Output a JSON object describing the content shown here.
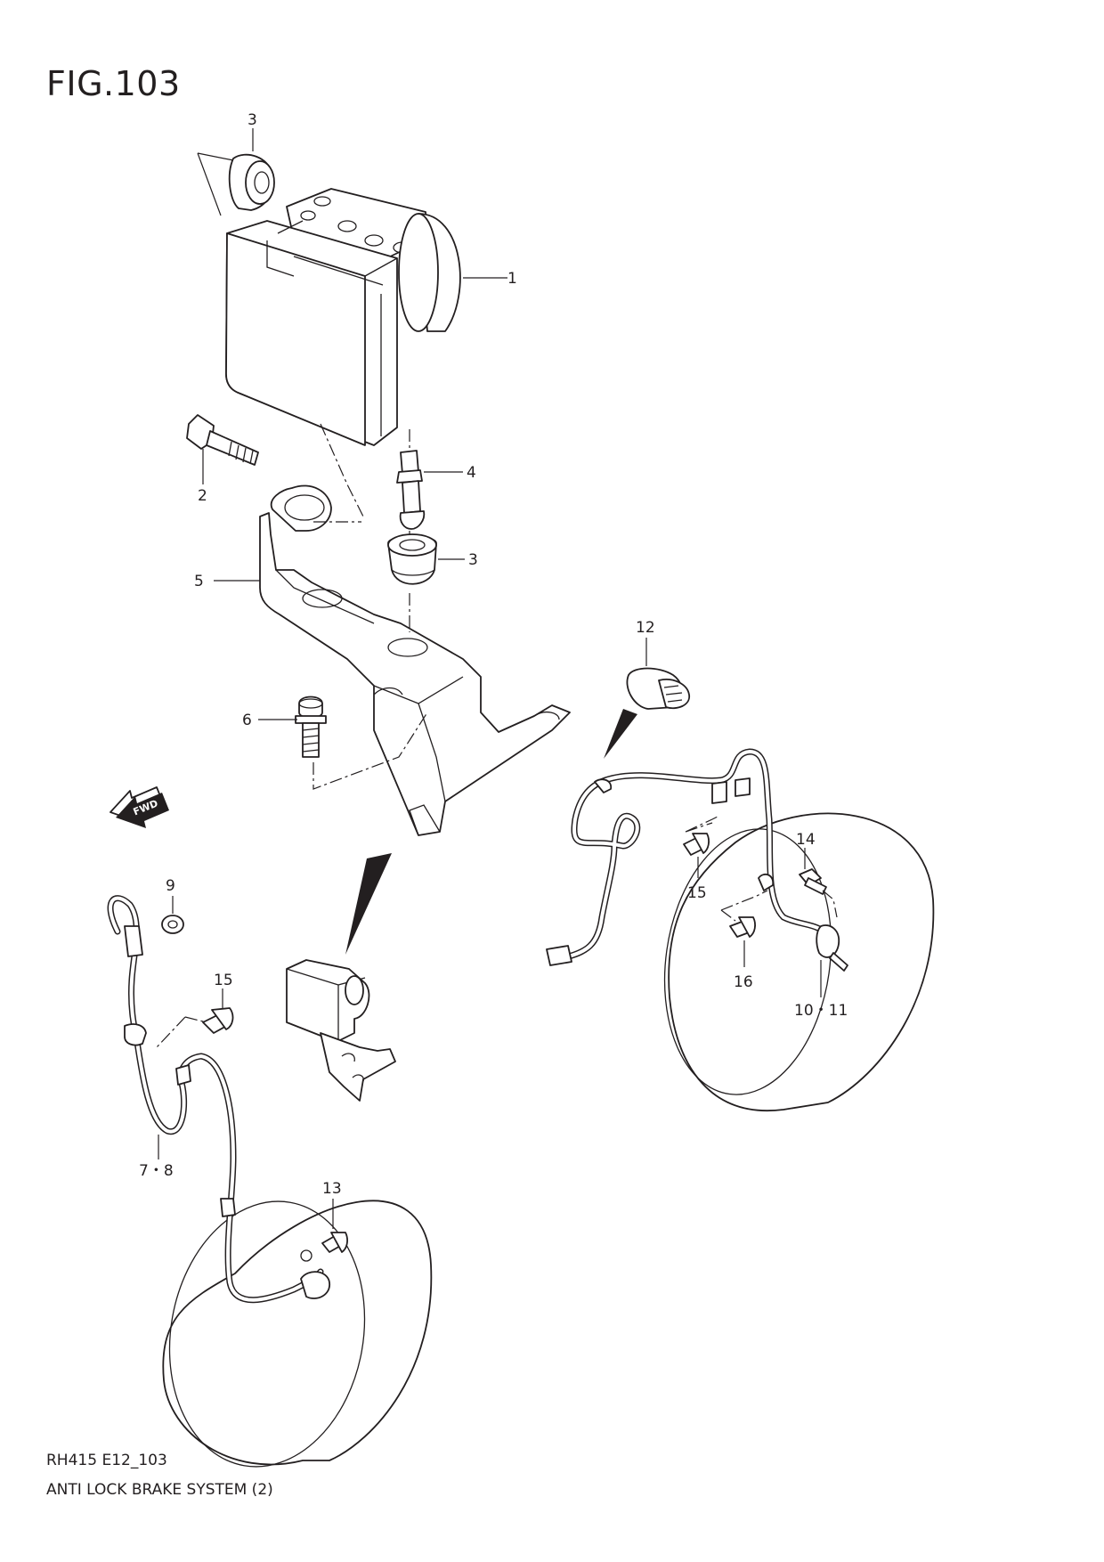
{
  "figure": {
    "title": "FIG.103",
    "code": "RH415 E12_103",
    "name": "ANTI LOCK BRAKE SYSTEM (2)"
  },
  "direction_badge": "FWD",
  "callouts": {
    "c1": "1",
    "c2": "2",
    "c3a": "3",
    "c3b": "3",
    "c4": "4",
    "c5": "5",
    "c6": "6",
    "c7_8": "7・8",
    "c9": "9",
    "c10_11": "10・11",
    "c12": "12",
    "c13": "13",
    "c14": "14",
    "c15a": "15",
    "c15b": "15",
    "c16": "16"
  }
}
